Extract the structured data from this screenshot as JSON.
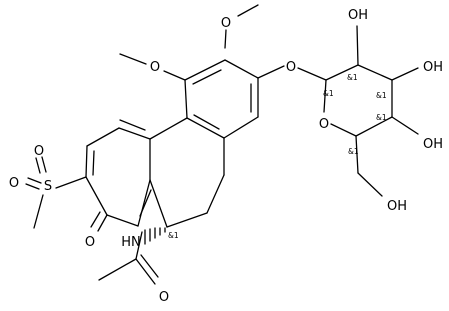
{
  "figure": {
    "type": "chemical-structure",
    "background": "#ffffff",
    "ink": "#000000"
  },
  "labels": {
    "o_methoxy_top": "O",
    "o_methoxy_left": "O",
    "o_glycoside": "O",
    "o_ring": "O",
    "oh_upper": "OH",
    "oh_right_top": "OH",
    "oh_right_mid": "OH",
    "oh_ch2": "OH",
    "sulfur": "S",
    "o_sulfonyl_top": "O",
    "o_sulfonyl_left": "O",
    "o_ketone": "O",
    "nh": "HN",
    "o_amide": "O",
    "stereo_c1": "&1",
    "stereo_c2": "&1",
    "stereo_c3": "&1",
    "stereo_c4": "&1",
    "stereo_c5": "&1",
    "stereo_c7": "&1"
  }
}
